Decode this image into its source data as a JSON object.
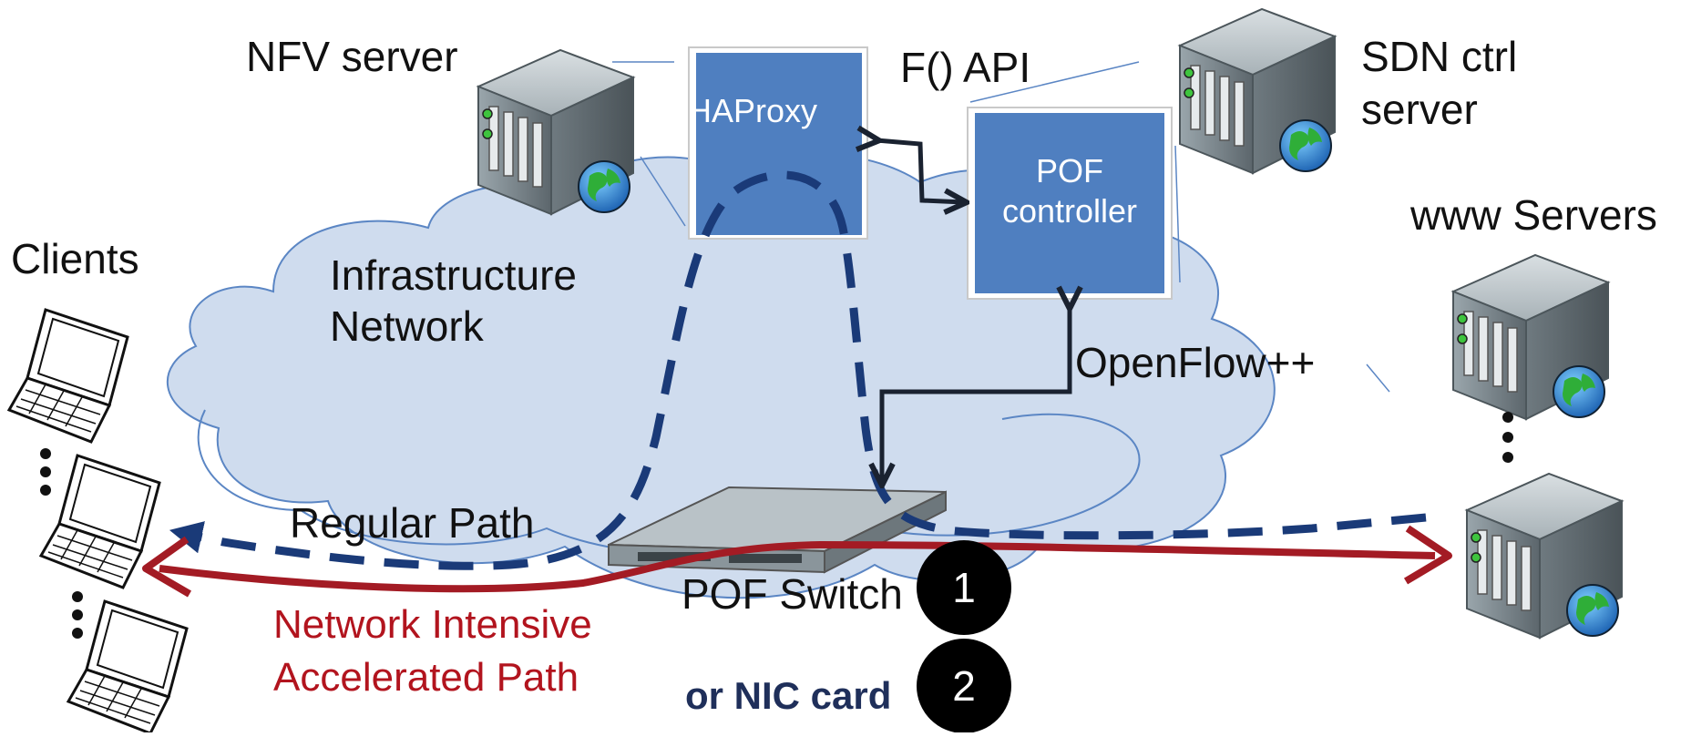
{
  "labels": {
    "nfv_server": "NFV server",
    "haproxy": "HAProxy",
    "f_api": "F() API",
    "sdn_ctrl_line1": "SDN ctrl",
    "sdn_ctrl_line2": "server",
    "pof_controller_line1": "POF",
    "pof_controller_line2": "controller",
    "www_servers": "www Servers",
    "clients": "Clients",
    "infra_line1": "Infrastructure",
    "infra_line2": "Network",
    "openflow": "OpenFlow++",
    "regular_path": "Regular Path",
    "pof_switch": "POF Switch",
    "accel_line1": "Network Intensive",
    "accel_line2": "Accelerated Path",
    "nic_card": "or NIC card",
    "badge1": "1",
    "badge2": "2",
    "ellipsis": "•"
  },
  "colors": {
    "cloud_fill": "#cfdcee",
    "cloud_stroke": "#5b86c4",
    "box_fill": "#4f7fc0",
    "dashed_path": "#1a3a78",
    "accel_path": "#b2141e",
    "arrow_dark": "#1a2230",
    "badge": "#000000"
  },
  "icons": [
    "server-icon",
    "laptop-icon",
    "switch-icon",
    "globe-icon"
  ]
}
